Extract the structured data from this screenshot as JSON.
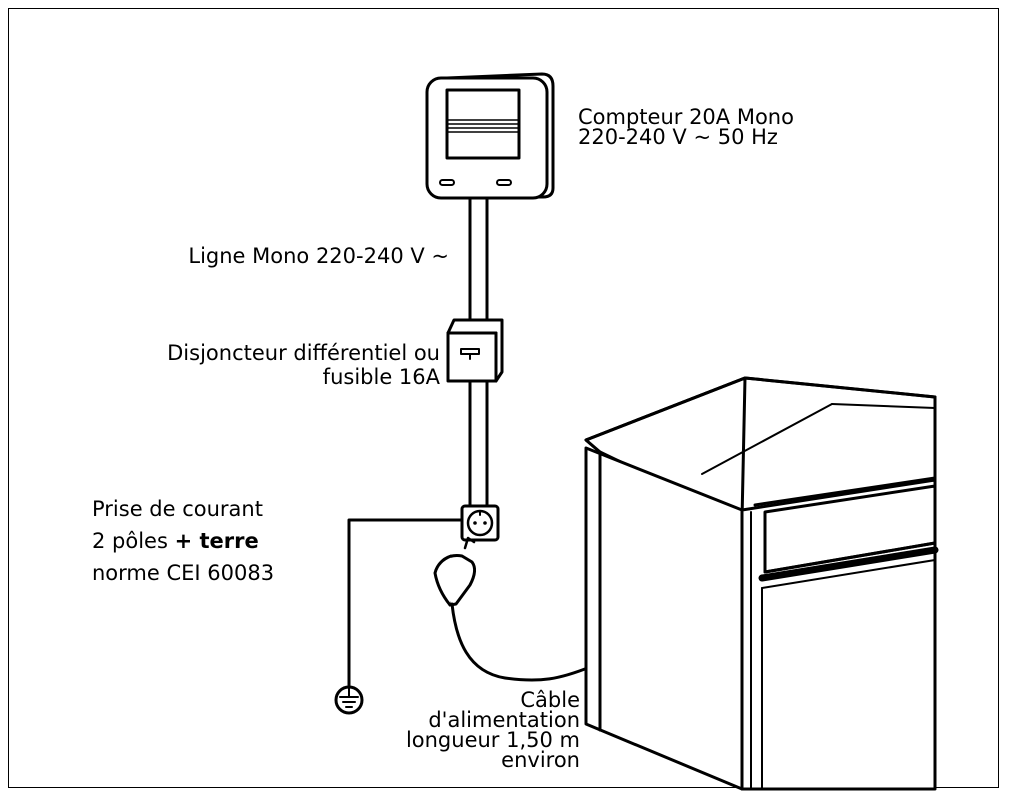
{
  "labels": {
    "meter": [
      "Compteur 20A Mono",
      "220-240 V ~ 50 Hz"
    ],
    "line": "Ligne Mono 220-240 V ~",
    "breaker": [
      "Disjoncteur différentiel ou",
      "fusible 16A"
    ],
    "socket": {
      "line1": "Prise de courant",
      "line2_prefix": "2 pôles ",
      "line2_bold": "+ terre",
      "line3": "norme CEI 60083"
    },
    "cable": [
      "Câble",
      "d'alimentation",
      "longueur 1,50 m",
      "environ"
    ]
  }
}
